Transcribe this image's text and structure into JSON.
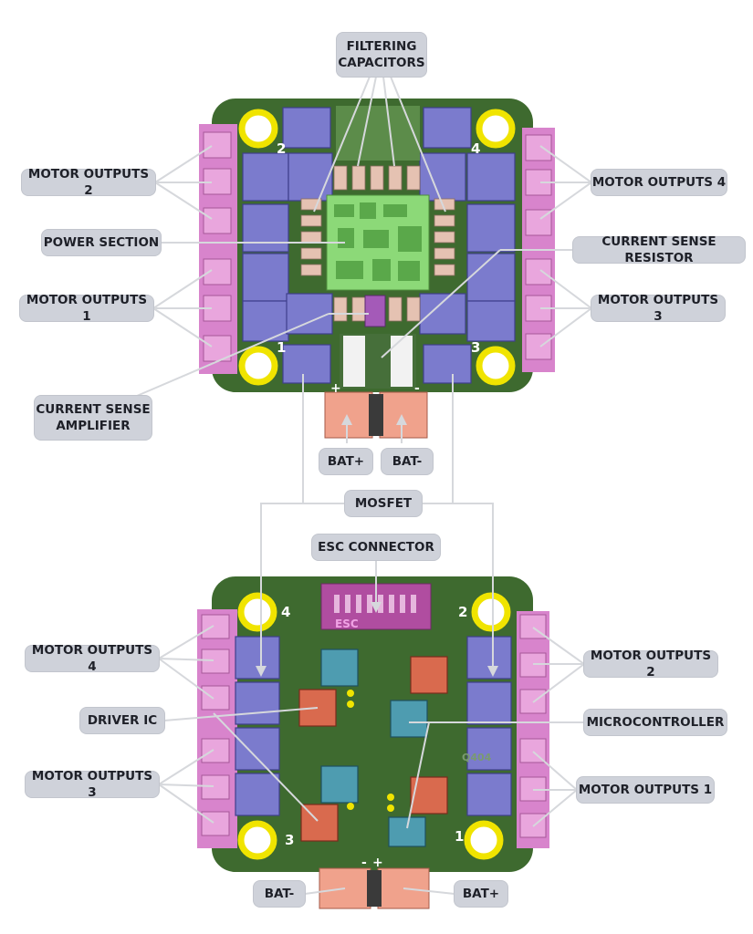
{
  "labels": {
    "filtering_capacitors_1": "FILTERING",
    "filtering_capacitors_2": "CAPACITORS",
    "motor_outputs_2_top": "MOTOR OUTPUTS 2",
    "motor_outputs_4_top": "MOTOR OUTPUTS 4",
    "power_section": "POWER SECTION",
    "current_sense_resistor": "CURRENT SENSE RESISTOR",
    "motor_outputs_1_top": "MOTOR OUTPUTS 1",
    "motor_outputs_3_top": "MOTOR OUTPUTS 3",
    "current_sense_amplifier_1": "CURRENT SENSE",
    "current_sense_amplifier_2": "AMPLIFIER",
    "bat_plus_top": "BAT+",
    "bat_minus_top": "BAT-",
    "mosfet": "MOSFET",
    "esc_connector": "ESC CONNECTOR",
    "motor_outputs_4_bottom": "MOTOR OUTPUTS 4",
    "motor_outputs_2_bottom": "MOTOR OUTPUTS 2",
    "driver_ic": "DRIVER IC",
    "microcontroller": "MICROCONTROLLER",
    "motor_outputs_3_bottom": "MOTOR OUTPUTS 3",
    "motor_outputs_1_bottom": "MOTOR OUTPUTS 1",
    "bat_minus_bottom": "BAT-",
    "bat_plus_bottom": "BAT+"
  },
  "silkscreen": {
    "top_corner_1": "1",
    "top_corner_2": "2",
    "top_corner_3": "3",
    "top_corner_4": "4",
    "top_plus": "+",
    "top_minus": "-",
    "bottom_corner_1": "1",
    "bottom_corner_2": "2",
    "bottom_corner_3": "3",
    "bottom_corner_4": "4",
    "esc_text": "ESC",
    "bottom_minus": "-",
    "bottom_plus": "+",
    "part_code": "Q404"
  },
  "colors": {
    "pcb": "#3e6a2f",
    "motor_pad": "#d884cc",
    "mosfet": "#7b7bcd",
    "mounting_ring": "#f0e400",
    "battery_pad": "#f0a28c",
    "power_section": "#8cd978",
    "driver_chip": "#d96a4e",
    "mcu_chip": "#4e9cb0",
    "label_bg": "#cfd2da",
    "leader_line": "#d6d8dc"
  }
}
